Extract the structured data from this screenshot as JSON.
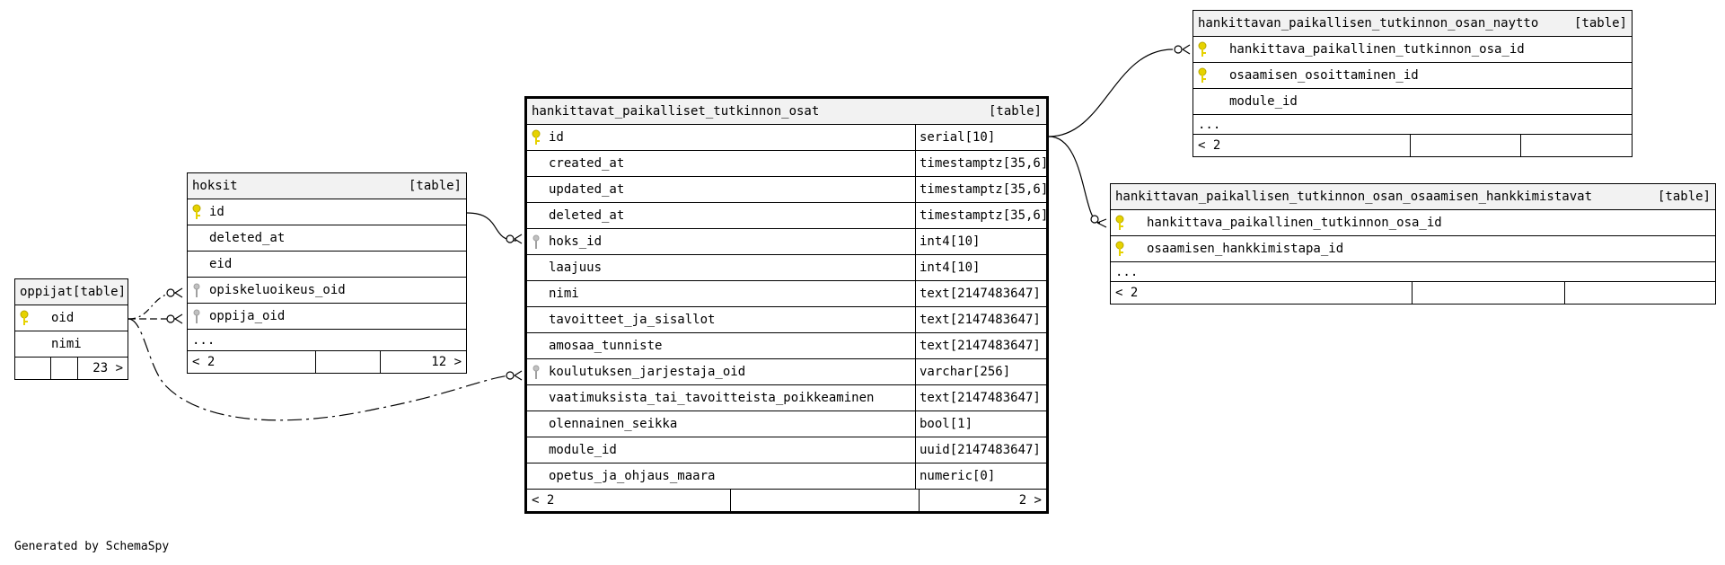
{
  "tables": {
    "oppijat": {
      "name": "oppijat",
      "tag": "[table]",
      "columns": [
        {
          "name": "oid",
          "key": "primary"
        },
        {
          "name": "nimi",
          "key": "none"
        }
      ],
      "footer": [
        "",
        "",
        "23 >"
      ]
    },
    "hoksit": {
      "name": "hoksit",
      "tag": "[table]",
      "columns": [
        {
          "name": "id",
          "key": "primary"
        },
        {
          "name": "deleted_at",
          "key": "none"
        },
        {
          "name": "eid",
          "key": "none"
        },
        {
          "name": "opiskeluoikeus_oid",
          "key": "foreign"
        },
        {
          "name": "oppija_oid",
          "key": "foreign"
        }
      ],
      "ellipsis": "...",
      "footer": [
        "< 2",
        "",
        "12 >"
      ]
    },
    "main": {
      "name": "hankittavat_paikalliset_tutkinnon_osat",
      "tag": "[table]",
      "columns": [
        {
          "name": "id",
          "type": "serial[10]",
          "key": "primary"
        },
        {
          "name": "created_at",
          "type": "timestamptz[35,6]",
          "key": "none"
        },
        {
          "name": "updated_at",
          "type": "timestamptz[35,6]",
          "key": "none"
        },
        {
          "name": "deleted_at",
          "type": "timestamptz[35,6]",
          "key": "none"
        },
        {
          "name": "hoks_id",
          "type": "int4[10]",
          "key": "foreign"
        },
        {
          "name": "laajuus",
          "type": "int4[10]",
          "key": "none"
        },
        {
          "name": "nimi",
          "type": "text[2147483647]",
          "key": "none"
        },
        {
          "name": "tavoitteet_ja_sisallot",
          "type": "text[2147483647]",
          "key": "none"
        },
        {
          "name": "amosaa_tunniste",
          "type": "text[2147483647]",
          "key": "none"
        },
        {
          "name": "koulutuksen_jarjestaja_oid",
          "type": "varchar[256]",
          "key": "foreign"
        },
        {
          "name": "vaatimuksista_tai_tavoitteista_poikkeaminen",
          "type": "text[2147483647]",
          "key": "none"
        },
        {
          "name": "olennainen_seikka",
          "type": "bool[1]",
          "key": "none"
        },
        {
          "name": "module_id",
          "type": "uuid[2147483647]",
          "key": "none"
        },
        {
          "name": "opetus_ja_ohjaus_maara",
          "type": "numeric[0]",
          "key": "none"
        }
      ],
      "footer": [
        "< 2",
        "",
        "2 >"
      ]
    },
    "naytto": {
      "name": "hankittavan_paikallisen_tutkinnon_osan_naytto",
      "tag": "[table]",
      "columns": [
        {
          "name": "hankittava_paikallinen_tutkinnon_osa_id",
          "key": "primary"
        },
        {
          "name": "osaamisen_osoittaminen_id",
          "key": "primary"
        },
        {
          "name": "module_id",
          "key": "none"
        }
      ],
      "ellipsis": "...",
      "footer": [
        "< 2",
        "",
        ""
      ]
    },
    "hankkimistavat": {
      "name": "hankittavan_paikallisen_tutkinnon_osan_osaamisen_hankkimistavat",
      "tag": "[table]",
      "columns": [
        {
          "name": "hankittava_paikallinen_tutkinnon_osa_id",
          "key": "primary"
        },
        {
          "name": "osaamisen_hankkimistapa_id",
          "key": "primary"
        }
      ],
      "ellipsis": "...",
      "footer": [
        "< 2",
        "",
        ""
      ]
    }
  },
  "colors": {
    "primary_key": "#e6d200",
    "foreign_key": "#a0a0a0",
    "header_bg": "#f2f2f2"
  },
  "footer_note": "Generated by SchemaSpy"
}
